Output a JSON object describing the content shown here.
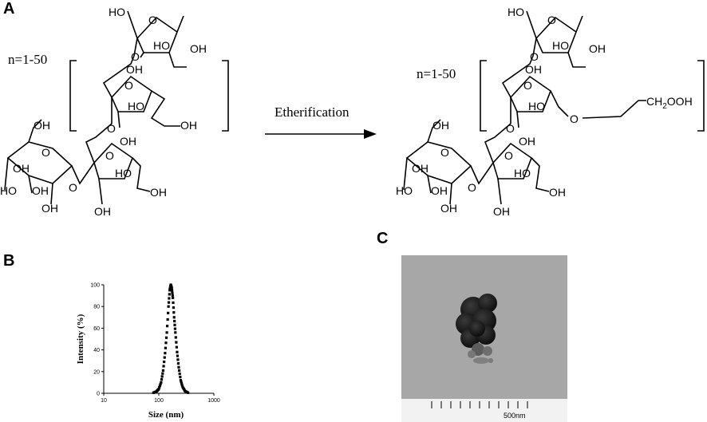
{
  "panels": {
    "a": "A",
    "b": "B",
    "c": "C"
  },
  "scheme": {
    "repeat_left": "n=1-50",
    "repeat_right": "n=1-50",
    "reaction": "Etherification",
    "oh": "OH",
    "ho": "HO",
    "o": "O",
    "substituent": "CH2OOH"
  },
  "chart_data": {
    "type": "scatter",
    "title": "",
    "xlabel": "Size (nm)",
    "ylabel": "Intensity (%)",
    "x_scale": "log",
    "xlim": [
      10,
      1000
    ],
    "ylim": [
      0,
      100
    ],
    "x_ticks": [
      "10",
      "100",
      "1000"
    ],
    "y_ticks": [
      "0",
      "20",
      "40",
      "60",
      "80",
      "100"
    ],
    "peak_size_nm": 165,
    "series": [
      {
        "points": [
          [
            80,
            0.5
          ],
          [
            90,
            1.5
          ],
          [
            100,
            4
          ],
          [
            110,
            10
          ],
          [
            120,
            21
          ],
          [
            130,
            37
          ],
          [
            140,
            56
          ],
          [
            150,
            80
          ],
          [
            158,
            95
          ],
          [
            165,
            100
          ],
          [
            172,
            97
          ],
          [
            180,
            88
          ],
          [
            190,
            70
          ],
          [
            200,
            56
          ],
          [
            215,
            38
          ],
          [
            230,
            24
          ],
          [
            250,
            12
          ],
          [
            270,
            6
          ],
          [
            300,
            2
          ],
          [
            340,
            0.5
          ]
        ]
      }
    ]
  },
  "tem": {
    "scale_label": "500nm"
  }
}
